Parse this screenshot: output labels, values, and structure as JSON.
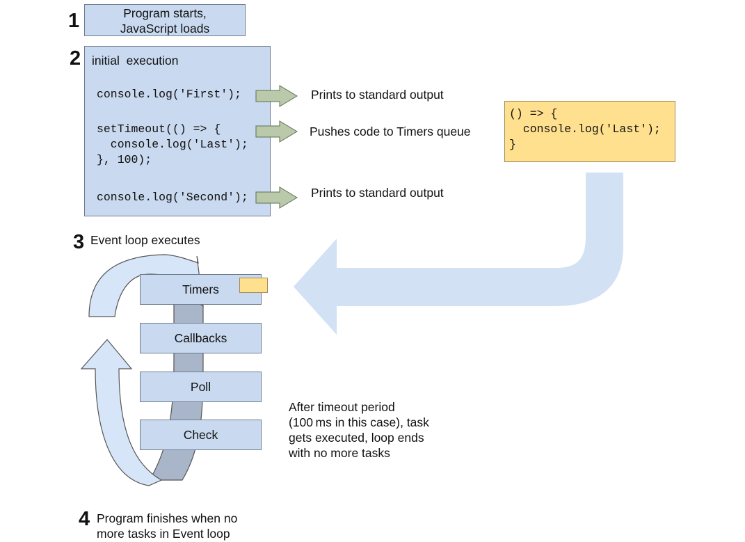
{
  "steps": {
    "step1": {
      "number": "1",
      "text_line1": "Program starts,",
      "text_line2": "JavaScript loads"
    },
    "step2": {
      "number": "2",
      "title": "initial  execution"
    },
    "step3": {
      "number": "3",
      "title": "Event loop executes"
    },
    "step4": {
      "number": "4",
      "text_line1": "Program finishes when no",
      "text_line2": "more tasks in Event loop"
    }
  },
  "code": {
    "log_first": "console.log('First');",
    "set_timeout": "setTimeout(() => {\n  console.log('Last');\n}, 100);",
    "log_second": "console.log('Second');"
  },
  "outputs": {
    "first": "Prints to standard output",
    "timeout": "Pushes code to Timers queue",
    "second": "Prints to standard output"
  },
  "callback_code": "() => {\n  console.log('Last');\n}",
  "phases": [
    "Timers",
    "Callbacks",
    "Poll",
    "Check"
  ],
  "note": {
    "line1": "After timeout period",
    "line2": "(100 ms in this case), task",
    "line3": "gets executed, loop ends",
    "line4": "with no more tasks"
  },
  "colors": {
    "box_fill": "#c9d9ef",
    "box_border": "#6d7b8f",
    "callback_fill": "#ffe08f",
    "callback_border": "#a08c5a",
    "small_arrow_fill": "#b9c9a9",
    "small_arrow_stroke": "#5f6e55",
    "big_arrow_fill": "#d2e1f4",
    "loop_front_fill": "#d6e5f7",
    "loop_back_fill": "#a9b5c8"
  }
}
